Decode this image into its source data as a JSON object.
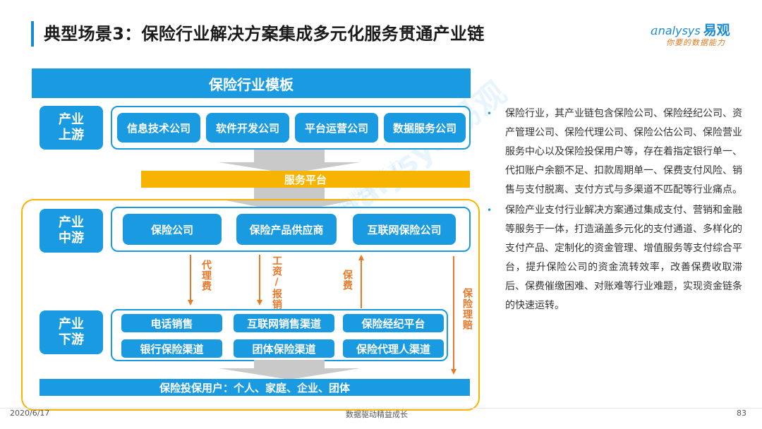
{
  "header": {
    "title": "典型场景3：保险行业解决方案集成多元化服务贯通产业链",
    "logo_a": "a",
    "logo_b": "nalysys",
    "logo_c": "易观",
    "logo_tagline": "你要的数据能力"
  },
  "diagram": {
    "template_label": "保险行业模板",
    "upstream_label_1": "产业",
    "upstream_label_2": "上游",
    "upstream_items": [
      "信息技术公司",
      "软件开发公司",
      "平台运营公司",
      "数据服务公司"
    ],
    "service_platform": "服务平台",
    "midstream_label_1": "产业",
    "midstream_label_2": "中游",
    "midstream_items": [
      "保险公司",
      "保险产品供应商",
      "互联网保险公司"
    ],
    "flow_labels": [
      "代理费",
      "工资/报销",
      "保费",
      "保险理赔"
    ],
    "downstream_label_1": "产业",
    "downstream_label_2": "下游",
    "downstream_items": [
      "电话销售",
      "互联网销售渠道",
      "保险经纪平台",
      "银行保险渠道",
      "团体保险渠道",
      "保险代理人渠道"
    ],
    "users_label": "保险投保用户：个人、家庭、企业、团体"
  },
  "watermark": {
    "main": "Analysys 易观",
    "sub": "你要的数据能力"
  },
  "bullets": [
    "保险行业，其产业链包含保险公司、保险经纪公司、资产管理公司、保险代理公司、保险公估公司、保险营业服务中心以及保险投保用户等，存在着指定银行单一、代扣账户余额不足、扣款周期单一、保费支付风险、销售与支付脱离、支付方式与多渠道不匹配等行业痛点。",
    "保险产业支付行业解决方案通过集成支付、营销和金融等服务于一体，打造涵盖多元化的支付通道、多样化的支付产品、定制化的资金管理、增值服务等支付综合平台，提升保险公司的资金流转效率，改善保费收取滞后、保费催缴困难、对账难等行业难题，实现资金链条的快速运转。"
  ],
  "footer": {
    "date": "2020/6/17",
    "slogan": "数据驱动精益成长",
    "page": "83"
  },
  "colors": {
    "primary_blue": "#1a9ae0",
    "accent_yellow": "#f6b400",
    "arrow_orange": "#e8782a"
  }
}
